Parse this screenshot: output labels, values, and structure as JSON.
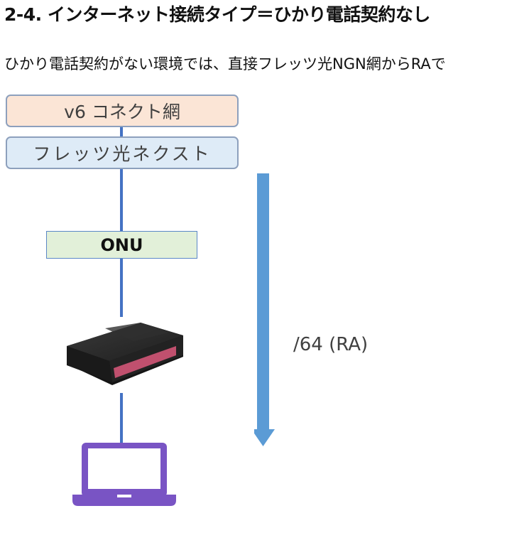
{
  "heading": "2-4. インターネット接続タイプ＝ひかり電話契約なし",
  "paragraph": "ひかり電話契約がない環境では、直接フレッツ光NGN網からRAで",
  "diagram": {
    "nodes": [
      {
        "id": "v6-connect",
        "label": "v6 コネクト網",
        "fill": "#fbe5d6"
      },
      {
        "id": "flets-next",
        "label": "フレッツ光ネクスト",
        "fill": "#deebf7"
      },
      {
        "id": "onu",
        "label": "ONU",
        "fill": "#e2f0d9"
      },
      {
        "id": "router",
        "label": "",
        "icon": "router-icon"
      },
      {
        "id": "laptop",
        "label": "",
        "icon": "laptop-icon"
      }
    ],
    "arrow_label": "/64 (RA)",
    "colors": {
      "line": "#4472c4",
      "arrow": "#5b9bd5",
      "laptop": "#7954c4",
      "router_body": "#2b2b2b",
      "router_accent": "#c0506e"
    }
  }
}
